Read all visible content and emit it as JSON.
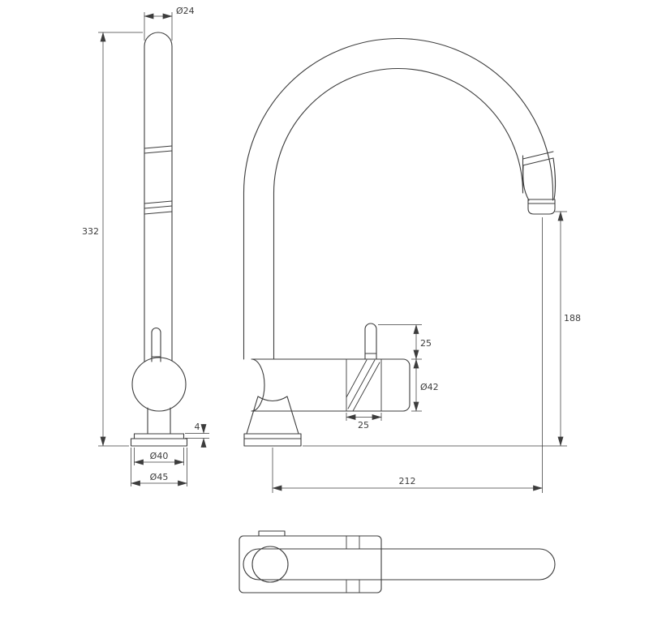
{
  "drawing": {
    "background": "#ffffff",
    "line_color": "#3c3c3c",
    "labels": {
      "spout_tube_diameter": "Ø24",
      "overall_height": "332",
      "base_plate_thickness": "4",
      "base_upper_diameter": "Ø40",
      "base_lower_diameter": "Ø45",
      "handle_height": "25",
      "body_diameter": "Ø42",
      "cartridge_width": "25",
      "spout_outlet_height": "188",
      "spout_reach": "212"
    }
  }
}
